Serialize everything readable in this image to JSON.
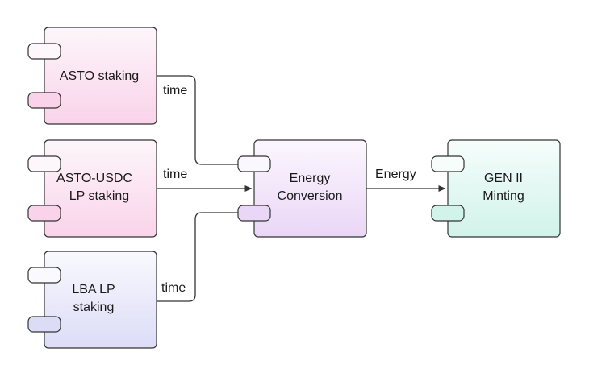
{
  "diagram": {
    "nodes": [
      {
        "id": "asto",
        "lines": [
          "ASTO staking"
        ],
        "gradient": "gPink",
        "fill_top": "#fdf6fa",
        "fill_bottom": "#fad3ea"
      },
      {
        "id": "usdc",
        "lines": [
          "ASTO-USDC",
          "LP staking"
        ],
        "gradient": "gPink",
        "fill_top": "#fdf6fa",
        "fill_bottom": "#fad3ea"
      },
      {
        "id": "lba",
        "lines": [
          "LBA LP",
          "staking"
        ],
        "gradient": "gBlue",
        "fill_top": "#f9f9fe",
        "fill_bottom": "#dcdcf7"
      },
      {
        "id": "energy",
        "lines": [
          "Energy",
          "Conversion"
        ],
        "gradient": "gPurple",
        "fill_top": "#fbf7fe",
        "fill_bottom": "#ead6f6"
      },
      {
        "id": "gen",
        "lines": [
          "GEN II",
          "Minting"
        ],
        "gradient": "gTeal",
        "fill_top": "#f6fdfb",
        "fill_bottom": "#d1f3ea"
      }
    ],
    "edges": [
      {
        "id": "asto-energy",
        "label": "time"
      },
      {
        "id": "usdc-energy",
        "label": "time"
      },
      {
        "id": "lba-energy",
        "label": "time"
      },
      {
        "id": "energy-gen",
        "label": "Energy"
      }
    ]
  }
}
